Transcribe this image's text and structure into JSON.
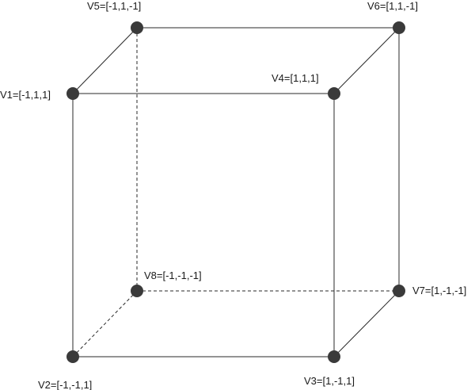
{
  "diagram": {
    "vertices": [
      {
        "id": "v1",
        "label": "V1=[-1,1,1]"
      },
      {
        "id": "v2",
        "label": "V2=[-1,-1,1]"
      },
      {
        "id": "v3",
        "label": "V3=[1,-1,1]"
      },
      {
        "id": "v4",
        "label": "V4=[1,1,1]"
      },
      {
        "id": "v5",
        "label": "V5=[-1,1,-1]"
      },
      {
        "id": "v6",
        "label": "V6=[1,1,-1]"
      },
      {
        "id": "v7",
        "label": "V7=[1,-1,-1]"
      },
      {
        "id": "v8",
        "label": "V8=[-1,-1,-1]"
      }
    ],
    "edges": [
      {
        "from": "v1",
        "to": "v4",
        "style": "solid"
      },
      {
        "from": "v1",
        "to": "v2",
        "style": "solid"
      },
      {
        "from": "v2",
        "to": "v3",
        "style": "solid"
      },
      {
        "from": "v4",
        "to": "v3",
        "style": "solid"
      },
      {
        "from": "v5",
        "to": "v6",
        "style": "solid"
      },
      {
        "from": "v6",
        "to": "v7",
        "style": "solid"
      },
      {
        "from": "v1",
        "to": "v5",
        "style": "solid"
      },
      {
        "from": "v4",
        "to": "v6",
        "style": "solid"
      },
      {
        "from": "v3",
        "to": "v7",
        "style": "solid"
      },
      {
        "from": "v5",
        "to": "v8",
        "style": "dashed"
      },
      {
        "from": "v8",
        "to": "v7",
        "style": "dashed"
      },
      {
        "from": "v2",
        "to": "v8",
        "style": "dashed"
      }
    ]
  }
}
